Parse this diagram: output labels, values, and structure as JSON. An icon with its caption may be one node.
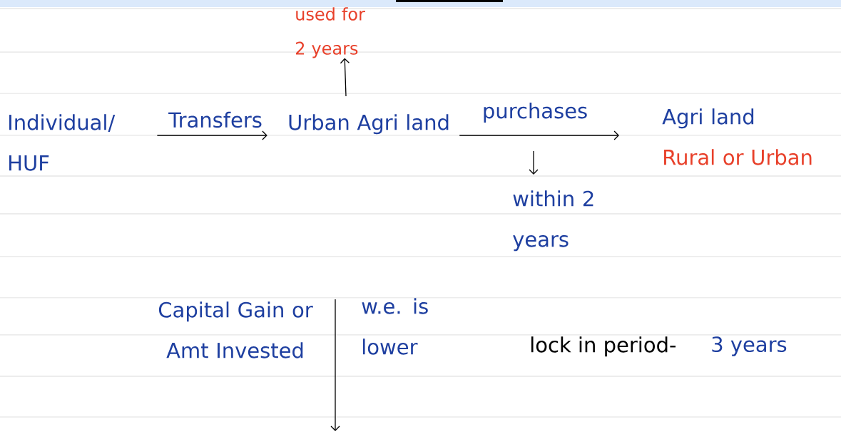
{
  "diagram": {
    "nodes": [
      {
        "text": [
          "Individual/ HUF"
        ]
      },
      {
        "text": [
          "Urban Agri land"
        ]
      },
      {
        "text": [
          "Agri land",
          "Rural or Urban"
        ]
      },
      {
        "text": [
          "used for 2 years"
        ]
      },
      {
        "text": [
          "within 2 years"
        ]
      },
      {
        "text": [
          "Capital Gain or Amt Invested"
        ]
      }
    ],
    "edges": [
      {
        "from": 0,
        "to": 1,
        "arrow": "to",
        "label": "Transfers"
      },
      {
        "from": 1,
        "to": 2,
        "arrow": "to",
        "label": "purchases"
      },
      {
        "from": 1,
        "to": 3,
        "arrow": "to"
      },
      {
        "from": null,
        "to": 4,
        "arrow": "to"
      }
    ],
    "labels": [
      "w.e. is lower",
      "lock in period-",
      "3 years"
    ]
  }
}
